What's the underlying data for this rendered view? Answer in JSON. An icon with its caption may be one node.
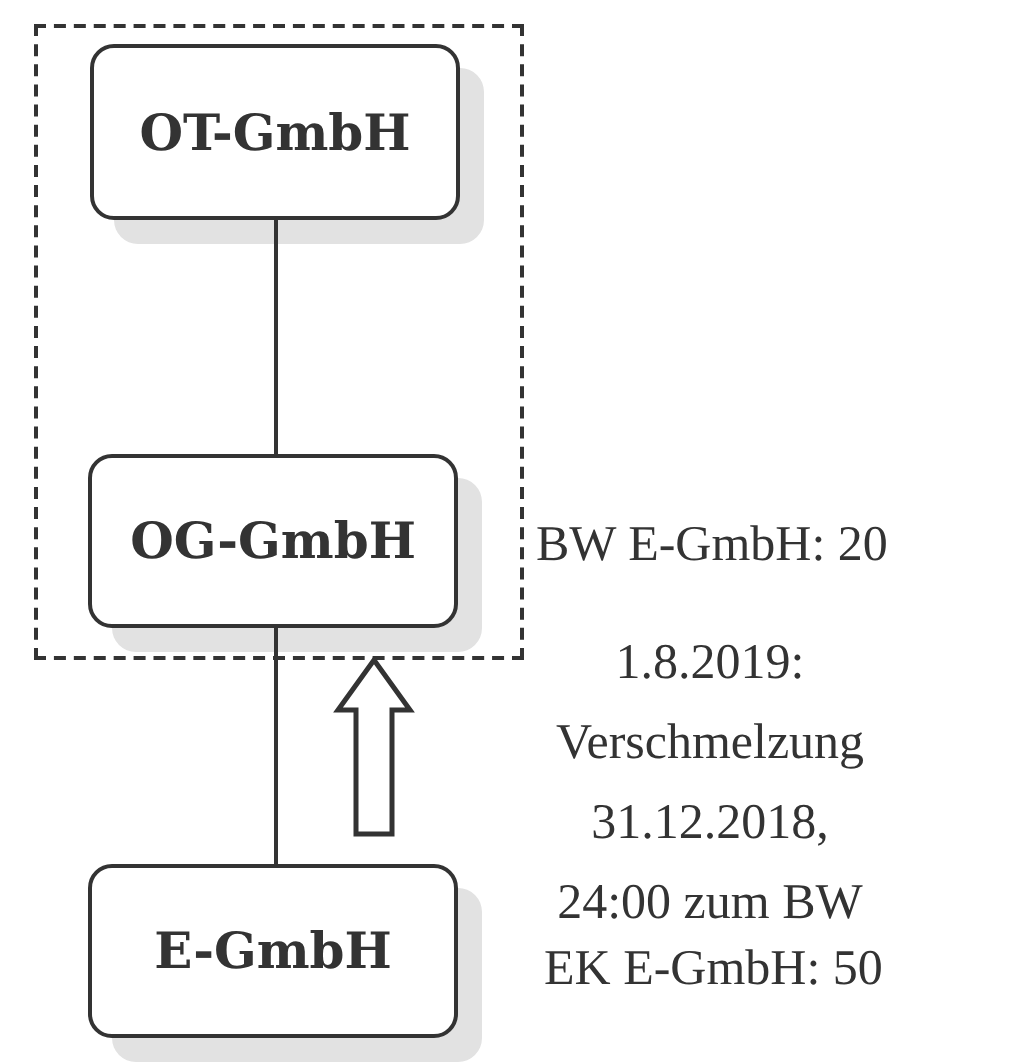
{
  "diagram": {
    "nodes": [
      {
        "text": [],
        "shape": "box"
      },
      {
        "text": [
          "OT-GmbH"
        ],
        "in": 0
      },
      {
        "text": [
          "OG-GmbH"
        ],
        "in": 0
      },
      {
        "text": [
          "E-GmbH"
        ]
      }
    ],
    "edges": [
      {
        "from": 1,
        "to": 2,
        "arrow": "none"
      },
      {
        "from": 2,
        "to": 3,
        "arrow": "none"
      },
      {
        "from": 3,
        "to": 0,
        "arrow": "to",
        "style": "thick"
      }
    ],
    "labels": [
      "BW E-GmbH: 20",
      "1.8.2019: Verschmelzung 31.12.2018, 24:00 zum BW",
      "EK E-GmbH: 50"
    ]
  }
}
